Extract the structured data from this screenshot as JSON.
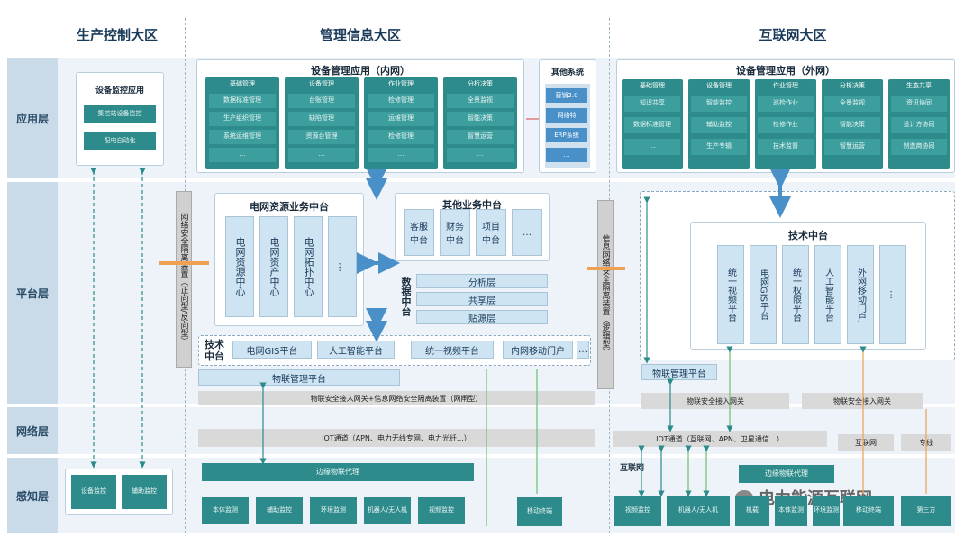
{
  "zones": {
    "production": "生产控制大区",
    "management": "管理信息大区",
    "internet": "互联网大区"
  },
  "layers": [
    "应用层",
    "平台层",
    "网络层",
    "感知层"
  ],
  "production_zone": {
    "app_title": "设备监控应用",
    "app_items": [
      "集控站设备监控",
      "配电自动化"
    ],
    "sensing_items": [
      "设备监控",
      "辅助监控"
    ]
  },
  "isolation_left": "网络安全隔离装置（正向型/反向型）",
  "isolation_right": "信息网络安全隔离装置（逻辑型）",
  "mgmt_app": {
    "title": "设备管理应用（内网）",
    "groups": [
      {
        "name": "基础管理",
        "items": [
          "数据标准管理",
          "生产组织管理",
          "系统运维管理",
          "…"
        ]
      },
      {
        "name": "设备管理",
        "items": [
          "台账管理",
          "缺陷管理",
          "资源台管理",
          "…"
        ]
      },
      {
        "name": "作业管理",
        "items": [
          "检修管理",
          "运维管理",
          "检修管理",
          "…"
        ]
      },
      {
        "name": "分析决策",
        "items": [
          "全景监视",
          "智能决策",
          "智慧运营",
          "…"
        ]
      }
    ],
    "other_title": "其他系统",
    "other_items": [
      "营销2.0",
      "网络特",
      "ERP系统",
      "…"
    ]
  },
  "grid_resource": {
    "title": "电网资源业务中台",
    "items": [
      "电网资源中心",
      "电网资产中心",
      "电网拓扑中心",
      "…"
    ]
  },
  "other_business": {
    "title": "其他业务中台",
    "items": [
      "客服中台",
      "财务中台",
      "项目中台",
      "…"
    ]
  },
  "data_platform": {
    "title": "数据中台",
    "layers": [
      "分析层",
      "共享层",
      "贴源层"
    ]
  },
  "tech_platform_inner": {
    "title": "技术中台",
    "items": [
      "电网GIS平台",
      "人工智能平台",
      "统一视频平台",
      "内网移动门户",
      "…"
    ]
  },
  "iot_platform": "物联管理平台",
  "gateway_inner": "物联安全接入网关+信息网络安全隔离装置（网闸型）",
  "iot_channel_inner": "IOT通道（APN、电力无线专网、电力光纤…）",
  "edge_proxy": "边缘物联代理",
  "sensing_inner": [
    "本体监测",
    "辅助监控",
    "环境监测",
    "机器人/无人机",
    "视频监控"
  ],
  "mobile_terminal": "移动终端",
  "internet_app": {
    "title": "设备管理应用（外网）",
    "groups": [
      {
        "name": "基础管理",
        "items": [
          "知识共享",
          "数据标准管理",
          "…"
        ]
      },
      {
        "name": "设备管理",
        "items": [
          "智能监控",
          "辅助监控",
          "生产专辑"
        ]
      },
      {
        "name": "作业管理",
        "items": [
          "巡检作业",
          "检修作业",
          "技术监督"
        ]
      },
      {
        "name": "分析决策",
        "items": [
          "全景监视",
          "智能决策",
          "智慧运营"
        ]
      },
      {
        "name": "生态共享",
        "items": [
          "资讯协同",
          "设计方协同",
          "制造商协同"
        ]
      }
    ]
  },
  "tech_platform_outer": {
    "title": "技术中台",
    "items": [
      "统一视频平台",
      "电网GIS平台",
      "统一权限平台",
      "人工智能平台",
      "外网移动门户",
      "…"
    ]
  },
  "iot_platform_outer": "物联管理平台",
  "gateway_outer": [
    "物联安全接入网关",
    "物联安全接入网关"
  ],
  "iot_channel_outer": "IOT通道（互联网、APN、卫星通信…）",
  "internet_label": "互联网",
  "dedicated_line": "专线",
  "internet_tag": "互联网",
  "edge_proxy_outer": "边缘物联代理",
  "sensing_outer": [
    "视频监控",
    "机器人/无人机",
    "机载",
    "本体监测",
    "环境监测",
    "移动终端",
    "第三方"
  ],
  "watermark": "电力能源互联网"
}
